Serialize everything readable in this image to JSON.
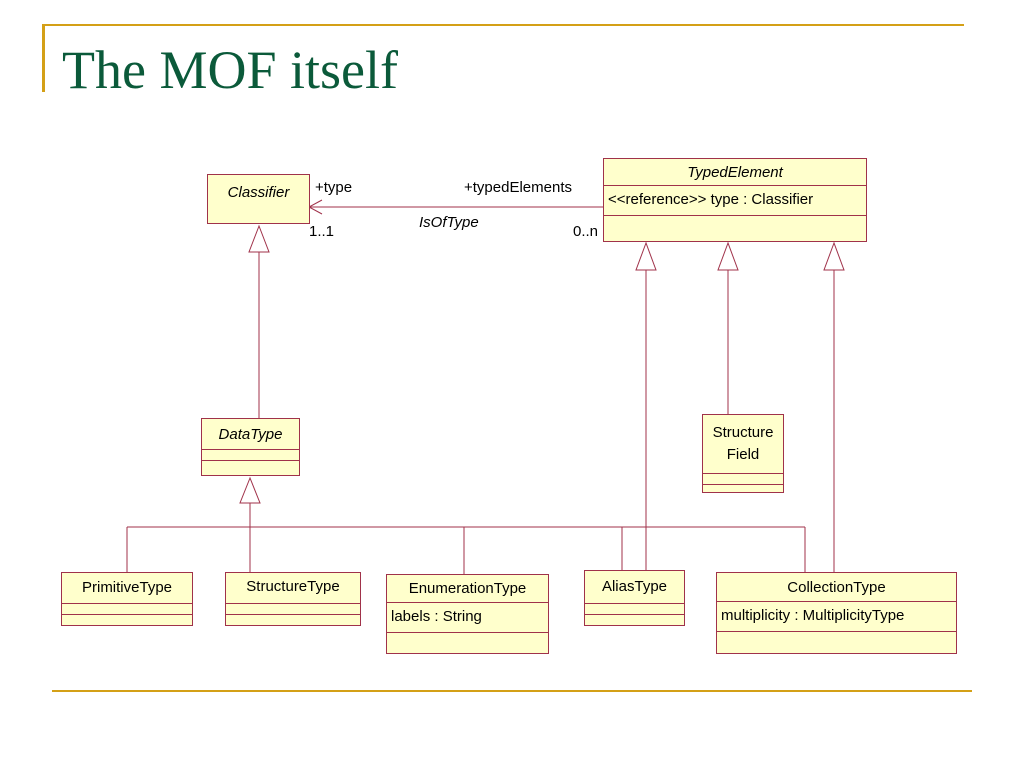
{
  "slide": {
    "title": "The MOF itself",
    "accent_color": "#d4a017",
    "title_color": "#0b5a3a"
  },
  "diagram": {
    "line_color": "#a0324a",
    "fill_color": "#ffffcc",
    "classes": {
      "classifier": {
        "name": "Classifier"
      },
      "typed_element": {
        "name": "TypedElement",
        "attribute": "<<reference>> type : Classifier"
      },
      "data_type": {
        "name": "DataType"
      },
      "structure_field": {
        "name": "Structure Field"
      },
      "primitive_type": {
        "name": "PrimitiveType"
      },
      "structure_type": {
        "name": "StructureType"
      },
      "enumeration_type": {
        "name": "EnumerationType",
        "attribute": "labels : String"
      },
      "alias_type": {
        "name": "AliasType"
      },
      "collection_type": {
        "name": "CollectionType",
        "attribute": "multiplicity : MultiplicityType"
      }
    },
    "association": {
      "name": "IsOfType",
      "source_role": "+type",
      "source_multiplicity": "1..1",
      "target_role": "+typedElements",
      "target_multiplicity": "0..n"
    }
  }
}
